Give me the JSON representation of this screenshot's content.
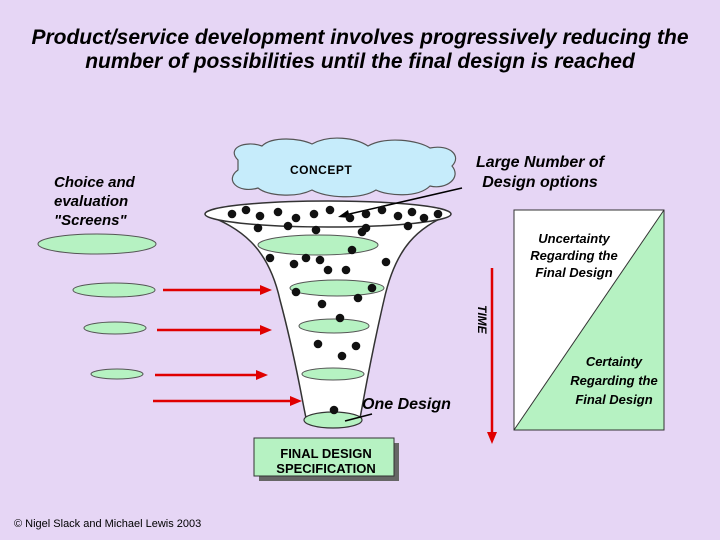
{
  "title": "Product/service development involves progressively reducing the number of possibilities until the final design is reached",
  "labels": {
    "screens": "Choice and evaluation \"Screens\"",
    "concept": "CONCEPT",
    "large_number": "Large Number of Design options",
    "uncertainty": "Uncertainty Regarding the Final Design",
    "certainty": "Certainty Regarding the Final Design",
    "time": "TIME",
    "one_design": "One Design",
    "final_spec": "FINAL DESIGN SPECIFICATION"
  },
  "copyright": "© Nigel Slack and Michael Lewis 2003",
  "colors": {
    "background": "#e6d6f5",
    "screen_fill": "#b6f2c2",
    "cloud_fill": "#c6ecfb",
    "arrow": "#e00000",
    "funnel_fill": "#ffffff",
    "dot": "#111111"
  },
  "funnel_stages": [
    {
      "name": "concept-level",
      "dot_count": 15
    },
    {
      "name": "screen-1-level",
      "dot_count": 8
    },
    {
      "name": "screen-2-level",
      "dot_count": 7
    },
    {
      "name": "screen-3-level",
      "dot_count": 4
    },
    {
      "name": "screen-4-level",
      "dot_count": 3
    },
    {
      "name": "final-level",
      "dot_count": 1
    }
  ],
  "screens_count": 5,
  "arrows_count": 4
}
